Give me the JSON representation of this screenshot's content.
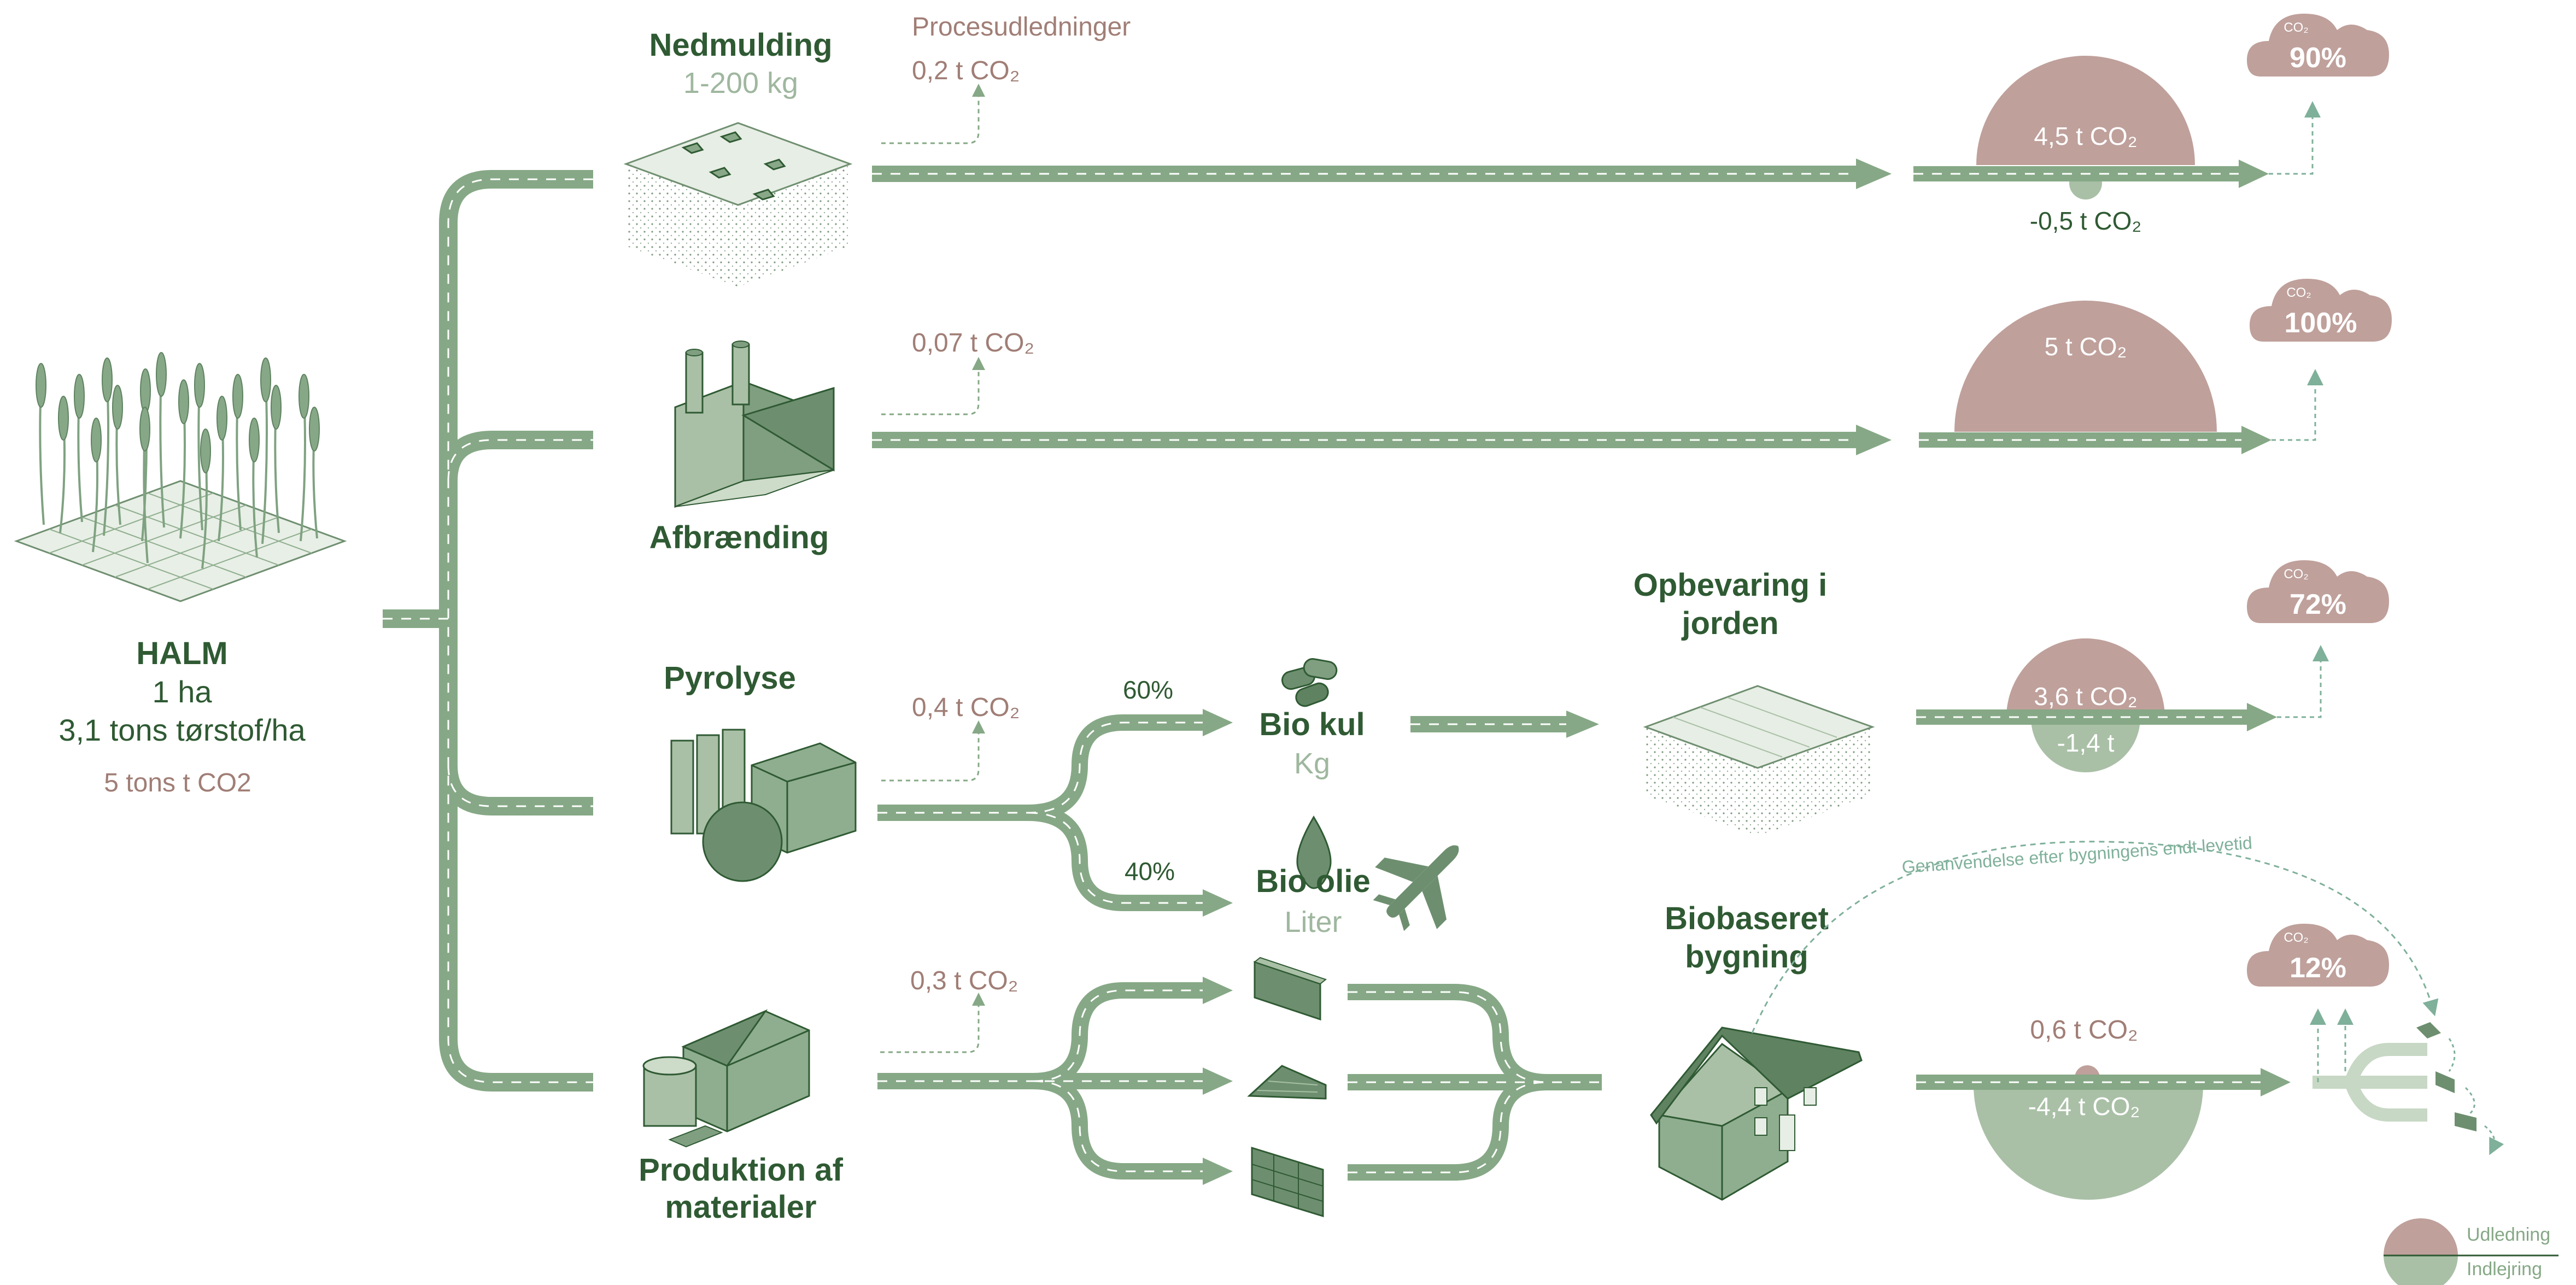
{
  "colors": {
    "green_dark": "#2f5a33",
    "green_road": "#86a886",
    "green_light": "#a9c0a6",
    "emission": "#bfa09b",
    "emission_text": "#a07e76",
    "storage": "#a9c0a6"
  },
  "source": {
    "title": "HALM",
    "area": "1 ha",
    "dry_matter": "3,1 tons tørstof/ha",
    "co2": "5 tons t CO2"
  },
  "process_emissions_heading": "Procesudledninger",
  "routes": [
    {
      "name": "Nedmulding",
      "sub": "1-200 kg",
      "process_co2": "0,2 t CO₂",
      "emission_label": "4,5 t CO₂",
      "emission_value": 4.5,
      "storage_label": "-0,5 t CO₂",
      "storage_value": -0.5,
      "cloud_label": "CO₂",
      "cloud_pct": "90%"
    },
    {
      "name": "Afbrænding",
      "process_co2": "0,07 t CO₂",
      "emission_label": "5 t CO₂",
      "emission_value": 5,
      "cloud_label": "CO₂",
      "cloud_pct": "100%"
    },
    {
      "name": "Pyrolyse",
      "process_co2": "0,4 t CO₂",
      "split_top": "60%",
      "split_bottom": "40%",
      "product_top": "Bio kul",
      "product_top_unit": "Kg",
      "product_bottom": "Bio olie",
      "product_bottom_unit": "Liter",
      "storage_stage": "Opbevaring i jorden",
      "emission_label": "3,6 t CO₂",
      "emission_value": 3.6,
      "storage_label": "-1,4 t",
      "storage_value": -1.4,
      "cloud_label": "CO₂",
      "cloud_pct": "72%"
    },
    {
      "name": "Produktion af materialer",
      "process_co2": "0,3 t CO₂",
      "building": "Biobaseret bygning",
      "reuse": "Genanvendelse efter bygningens endt levetid",
      "emission_label": "0,6 t CO₂",
      "emission_value": 0.6,
      "storage_label": "-4,4 t CO₂",
      "storage_value": -4.4,
      "cloud_label": "CO₂",
      "cloud_pct": "12%"
    }
  ],
  "legend": {
    "emission": "Udledning",
    "storage": "Indlejring"
  },
  "icons": [
    "wheat-field-icon",
    "soil-plot-icon",
    "factory-icon",
    "pyrolysis-plant-icon",
    "material-plant-icon",
    "charcoal-icon",
    "oil-drop-icon",
    "airplane-icon",
    "panel-icon",
    "roof-icon",
    "brick-icon",
    "house-icon",
    "cloud-icon"
  ]
}
